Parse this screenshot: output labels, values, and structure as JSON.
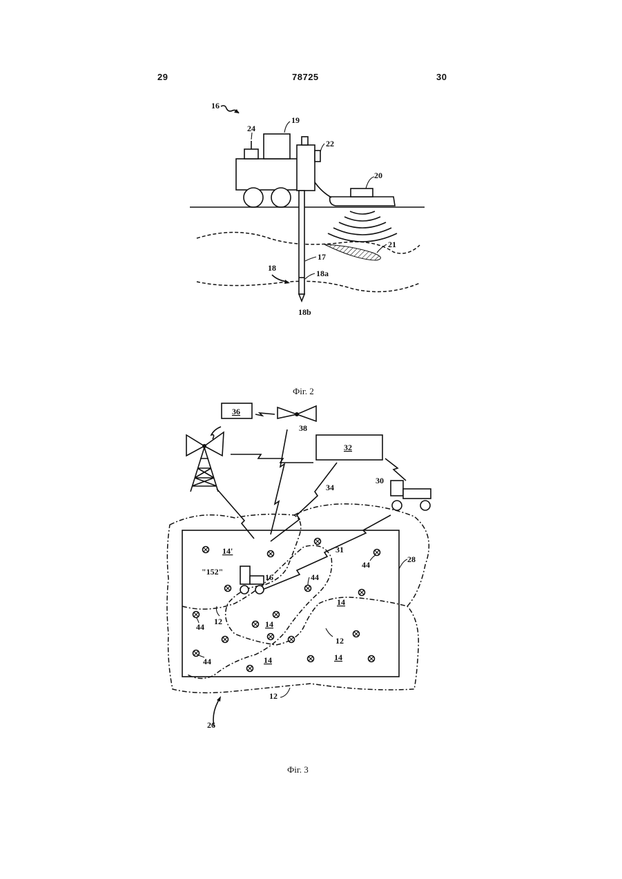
{
  "header": {
    "left_page": "29",
    "patent_number": "78725",
    "right_page": "30"
  },
  "figure2": {
    "caption": "Фіг. 2",
    "labels": {
      "system": "16",
      "controller": "24",
      "cab": "19",
      "sensor": "22",
      "source": "20",
      "anomaly": "21",
      "rod": "17",
      "strata": "18",
      "upper_tool": "18a",
      "bit": "18b"
    }
  },
  "figure3": {
    "caption": "Фіг. 3",
    "labels": {
      "center": "36",
      "antenna": "38",
      "server": "32",
      "truck": "30",
      "link_main": "34",
      "link_field": "31",
      "site_boundary": "28",
      "field_id": "\"152\"",
      "rig": "16",
      "region_primary": "14'",
      "region": "14",
      "boundary": "12",
      "borehole": "44",
      "area": "26"
    }
  }
}
